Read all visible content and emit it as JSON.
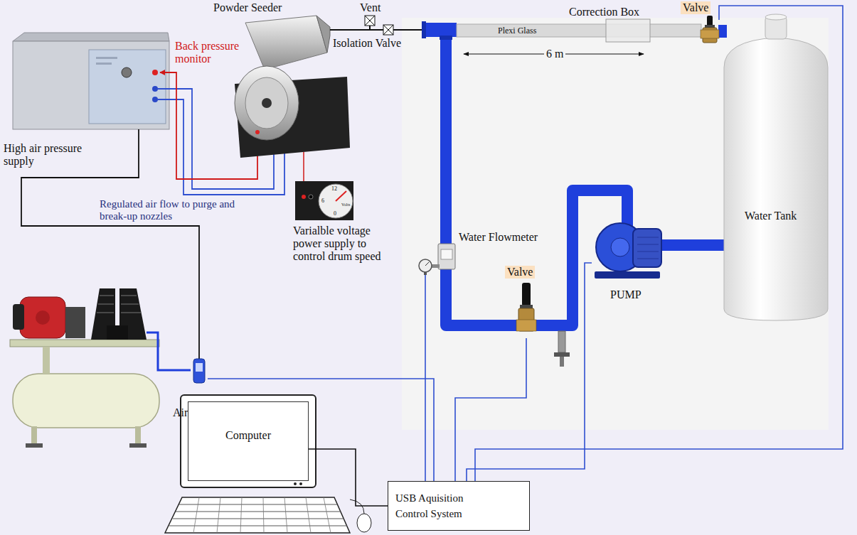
{
  "diagram": {
    "nodes": [
      {
        "text": [
          "Valve"
        ]
      },
      {
        "text": [
          "Water Flowmeter"
        ]
      },
      {
        "text": [
          "Water Tank"
        ]
      },
      {
        "text": [
          "Valve"
        ]
      },
      {
        "text": [
          "PUMP"
        ]
      },
      {
        "text": [
          "Air Flowmeter"
        ]
      },
      {
        "text": [
          "Computer"
        ]
      },
      {
        "text": [
          "USB Aquisition Control System"
        ]
      }
    ],
    "edges": [
      {
        "from": 6,
        "to": 7,
        "arrow": "none"
      },
      {
        "from": 5,
        "to": 7,
        "arrow": "none"
      },
      {
        "from": 1,
        "to": 7,
        "arrow": "none"
      },
      {
        "from": 3,
        "to": 7,
        "arrow": "none"
      },
      {
        "from": 4,
        "to": 7,
        "arrow": "none"
      },
      {
        "from": 0,
        "to": 7,
        "arrow": "none"
      }
    ],
    "labels": [
      "Powder Seeder",
      "Vent",
      "Back pressure monitor",
      "Isolation Valve",
      "Correction Box",
      "Plexi Glass",
      "6 m",
      "High air pressure supply",
      "Regulated air flow to purge and break-up nozzles",
      "Varialble voltage power supply to control drum speed",
      "12",
      "6",
      "0",
      "Volts"
    ]
  }
}
